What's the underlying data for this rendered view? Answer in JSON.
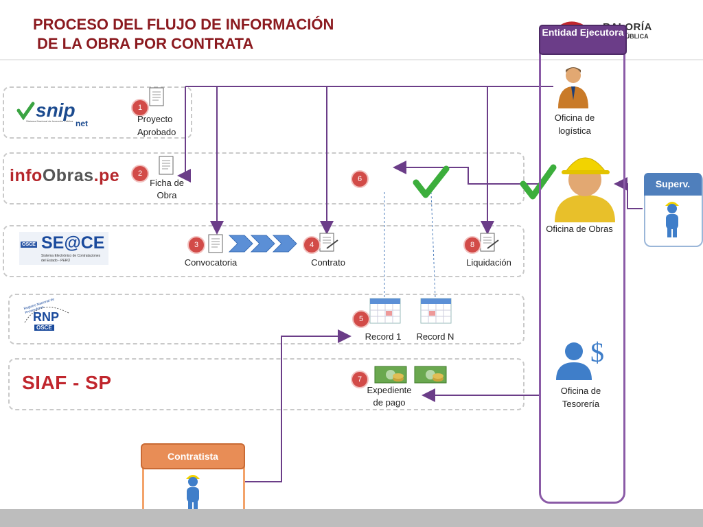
{
  "title": {
    "line1": "PROCESO DEL FLUJO DE INFORMACIÓN",
    "line2": "DE LA OBRA POR CONTRATA"
  },
  "logo_contraloria": {
    "line1": "RALORÍA",
    "line2": "LA REPÚBLICA"
  },
  "systems": {
    "snip": {
      "name": "snip",
      "sub": "net",
      "tagline": "Sistema Nacional de Inversión Pública"
    },
    "infobras": {
      "part1": "info",
      "part2": "Obras",
      "part3": ".pe"
    },
    "seace": {
      "badge": "OSCE",
      "name": "SE@CE",
      "sub1": "Sistema Electrónico de Contrataciones",
      "sub2": "del Estado - PERÚ"
    },
    "rnp": {
      "arc": "Registro Nacional de Proveedores",
      "name": "RNP",
      "badge": "OSCE"
    },
    "siaf": {
      "name": "SIAF - SP"
    }
  },
  "entity": {
    "label": "Entidad Ejecutora"
  },
  "offices": {
    "logistica": "Oficina de logística",
    "obras": "Oficina de Obras",
    "tesoreria": "Oficina de Tesorería"
  },
  "supervisor": {
    "label": "Superv."
  },
  "contractor": {
    "label": "Contratista"
  },
  "steps": [
    {
      "num": "1",
      "label": "Proyecto Aprobado"
    },
    {
      "num": "2",
      "label": "Ficha de Obra"
    },
    {
      "num": "3",
      "label": "Convocatoria"
    },
    {
      "num": "4",
      "label": "Contrato"
    },
    {
      "num": "5",
      "label": ""
    },
    {
      "num": "6",
      "label": ""
    },
    {
      "num": "7",
      "label": "Expediente de pago"
    },
    {
      "num": "8",
      "label": "Liquidación"
    }
  ],
  "records": {
    "first": "Record 1",
    "last": "Record N"
  },
  "colors": {
    "title": "#8b1a1f",
    "entity": "#6b3d88",
    "arrow": "#6b3d88",
    "badge": "#d24b48",
    "supervisor": "#4f7fbc",
    "contractor": "#e88d56",
    "check": "#3cae3c"
  },
  "icons": [
    "document-icon",
    "calendar-icon",
    "money-icon",
    "checkmark-icon",
    "worker-icon",
    "person-icon",
    "dollar-icon"
  ]
}
